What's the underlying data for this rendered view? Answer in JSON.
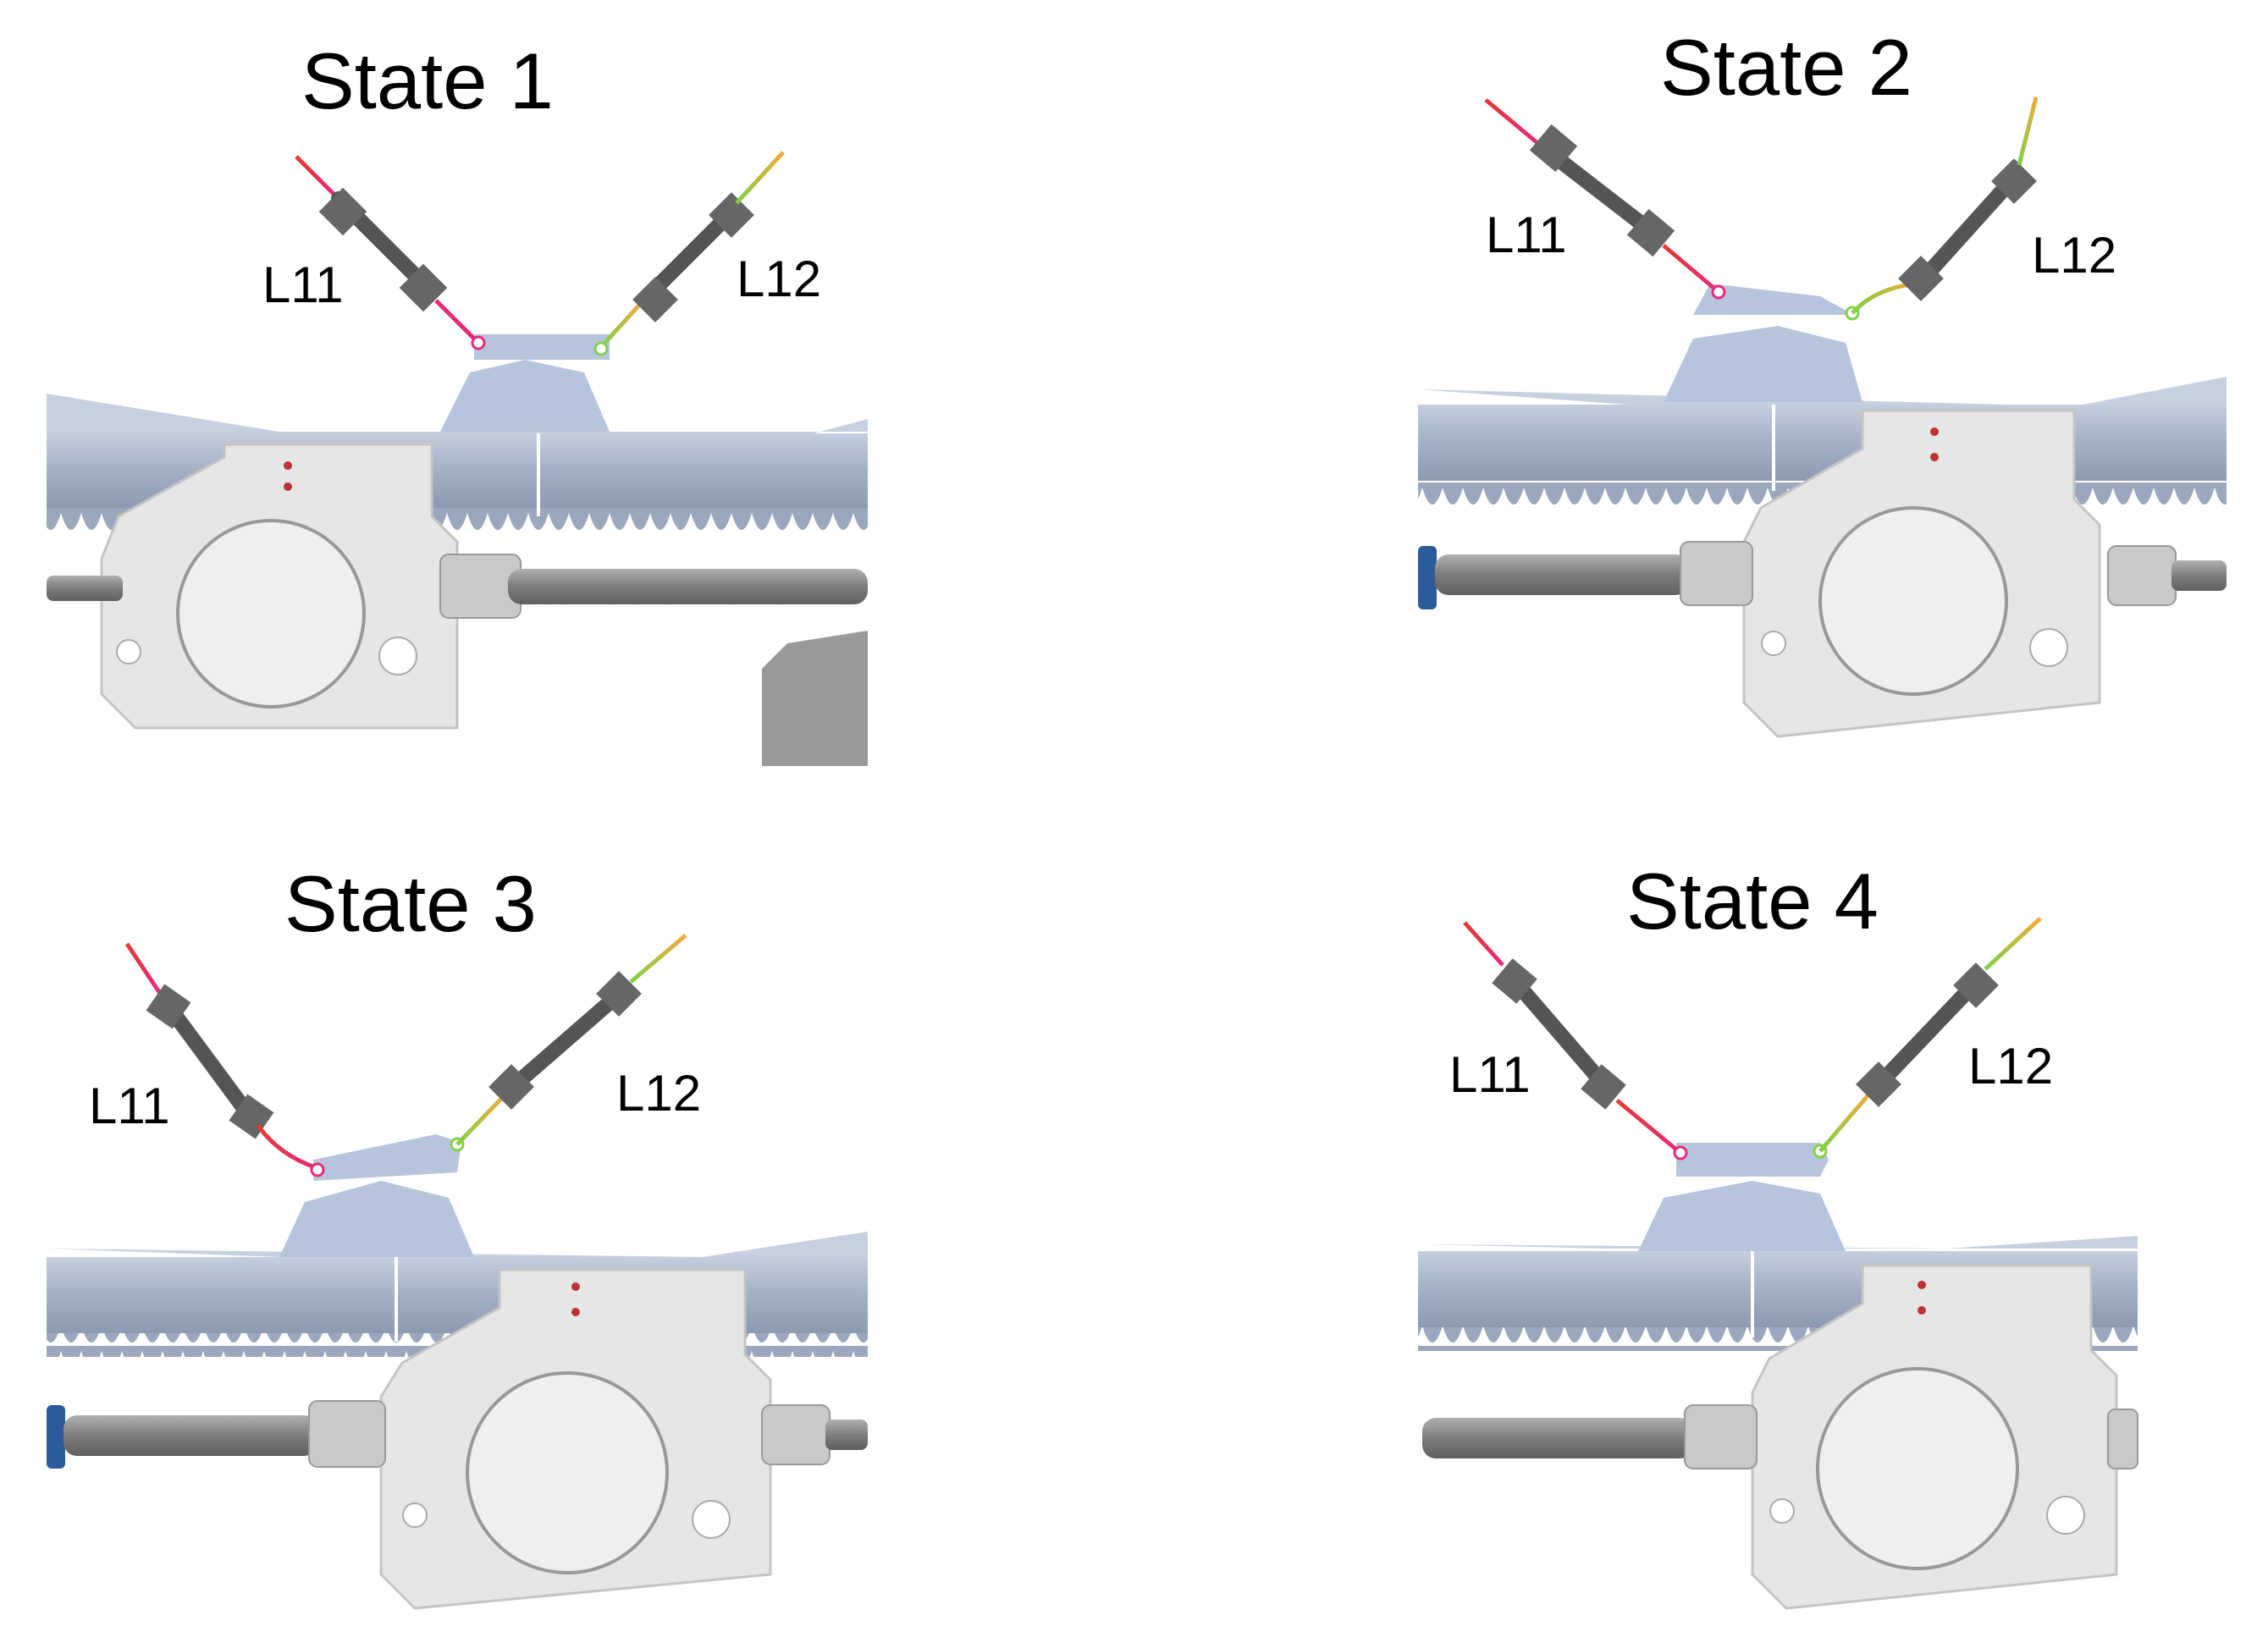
{
  "panels": [
    {
      "title": "State 1",
      "label_left": "L11",
      "label_right": "L12"
    },
    {
      "title": "State 2",
      "label_left": "L11",
      "label_right": "L12"
    },
    {
      "title": "State 3",
      "label_left": "L11",
      "label_right": "L12"
    },
    {
      "title": "State 4",
      "label_left": "L11",
      "label_right": "L12"
    }
  ],
  "colors": {
    "rail": "#aab5c8",
    "rail_dark": "#8f9bb0",
    "triangle_plate": "#b7c5dc",
    "gearbox": "#e6e6e6",
    "gearbox_stroke": "#b8b8b8",
    "shaft": "#8c8c8c",
    "actuator": "#555555",
    "rod_left": "#e8297a",
    "rod_right": "#7fd146",
    "rod_tip_left": "#e53935",
    "rod_tip_right": "#f2a93b",
    "end_cap": "#2b5b9b"
  }
}
